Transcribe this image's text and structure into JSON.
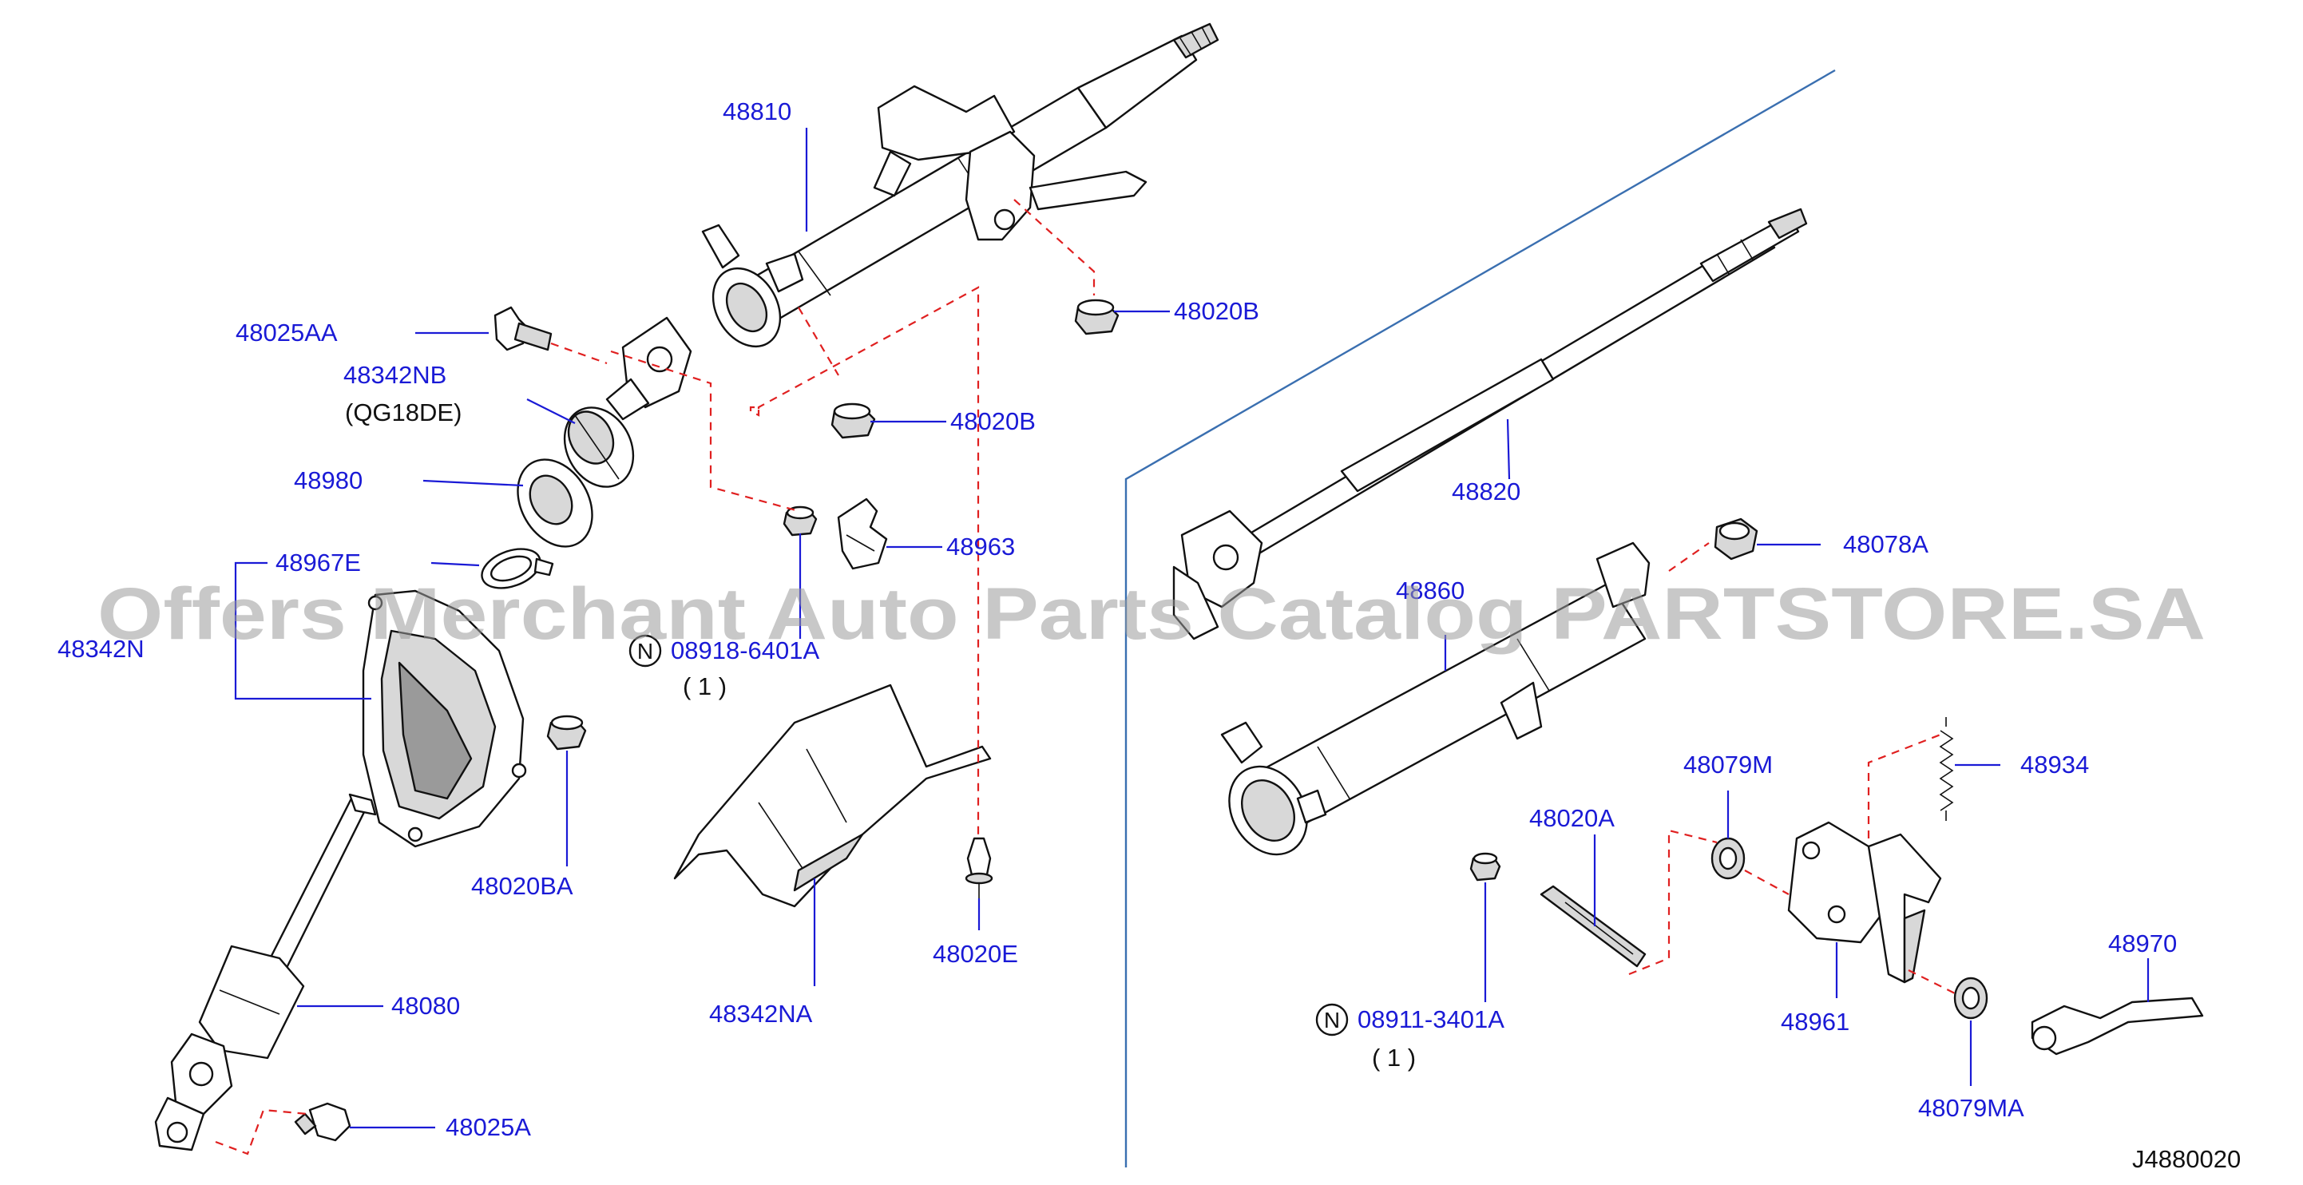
{
  "diagram": {
    "labels": {
      "p48810": "48810",
      "p48025AA": "48025AA",
      "p48342NB": "48342NB",
      "p48342NB_note": "(QG18DE)",
      "p48980": "48980",
      "p48967E": "48967E",
      "p48342N": "48342N",
      "p48020B_1": "48020B",
      "p48020B_2": "48020B",
      "p48963": "48963",
      "p08918": "08918-6401A",
      "p08918_qty": "( 1 )",
      "p48020BA": "48020BA",
      "p48342NA": "48342NA",
      "p48020E": "48020E",
      "p48080": "48080",
      "p48025A": "48025A",
      "p48820": "48820",
      "p48860": "48860",
      "p48078A": "48078A",
      "p48079M": "48079M",
      "p48934": "48934",
      "p48020A": "48020A",
      "p48961": "48961",
      "p48970": "48970",
      "p08911": "08911-3401A",
      "p08911_qty": "( 1 )",
      "p48079MA": "48079MA"
    },
    "n_symbol": "N",
    "watermark": "Offers Merchant Auto Parts Catalog PARTSTORE.SA",
    "drawing_code": "J4880020"
  }
}
